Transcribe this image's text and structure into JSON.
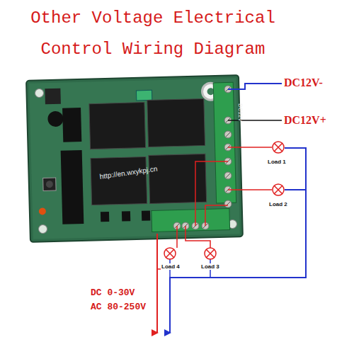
{
  "diagram": {
    "title": "Other Voltage Electrical Control Wiring Diagram",
    "labels": [
      "DC12V-",
      "DC12V+",
      "Load 1",
      "Load 2",
      "Load 4",
      "Load 3",
      "DC 0-30V",
      "AC 80-250V",
      "http://en.wxykpj.cn",
      "DC12V"
    ]
  }
}
